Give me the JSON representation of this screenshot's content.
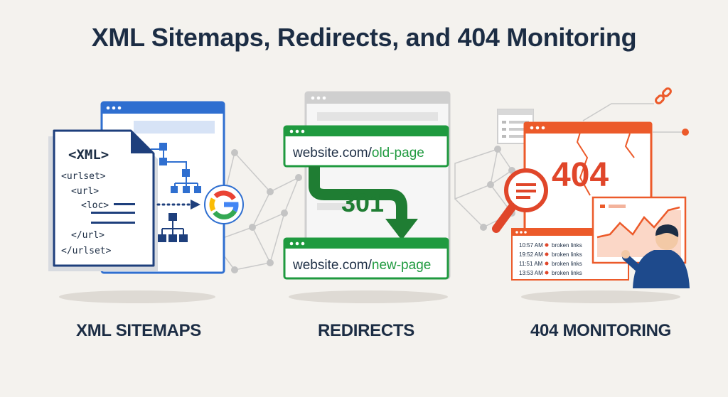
{
  "title": "XML Sitemaps, Redirects, and 404 Monitoring",
  "sections": {
    "sitemaps": {
      "label": "XML SITEMAPS",
      "xml_lines": [
        "<XML>",
        "<urlset>",
        "<url>",
        "<loc>",
        "</url>",
        "</urlset>"
      ]
    },
    "redirects": {
      "label": "REDIRECTS",
      "old_url_prefix": "website.com/",
      "old_url_path": "old-page",
      "new_url_prefix": "website.com/",
      "new_url_path": "new-page",
      "status_code": "301"
    },
    "monitoring": {
      "label": "404 MONITORING",
      "error_code": "404",
      "log": [
        {
          "time": "10:57 AM",
          "text": "broken links"
        },
        {
          "time": "19:52 AM",
          "text": "broken links"
        },
        {
          "time": "11:51 AM",
          "text": "broken links"
        },
        {
          "time": "13:53 AM",
          "text": "broken links"
        }
      ]
    }
  },
  "colors": {
    "blue": "#2f6fd0",
    "navy": "#1e3f7c",
    "green": "#1f9a3f",
    "orange": "#ec5a2a",
    "red": "#e0462a",
    "text": "#1c2d44"
  }
}
